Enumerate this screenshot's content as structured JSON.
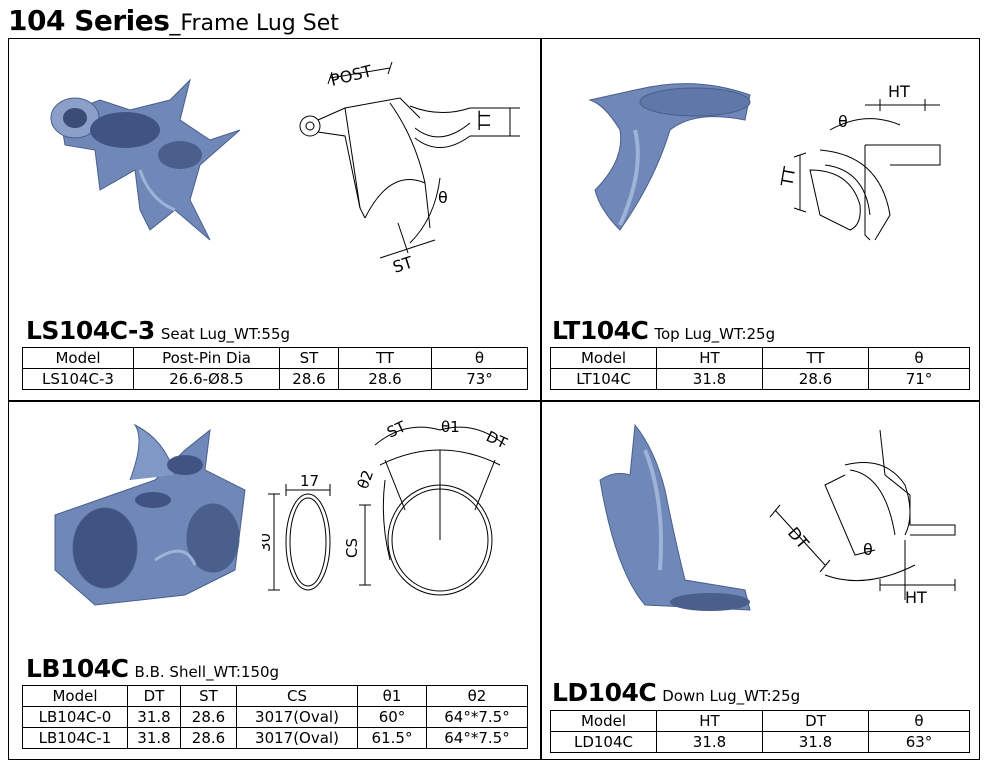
{
  "title": {
    "series": "104 Series",
    "subtitle": "_Frame Lug Set"
  },
  "colors": {
    "lug_blue": "#6f88b8",
    "lug_dark": "#4a5f8c",
    "lug_light": "#9fb3d8"
  },
  "parts": {
    "seat": {
      "code": "LS104C-3",
      "desc": "Seat Lug_WT:55g",
      "dims": {
        "post": "POST",
        "st": "ST",
        "tt": "TT",
        "theta": "θ"
      },
      "headers": [
        "Model",
        "Post-Pin Dia",
        "ST",
        "TT",
        "θ"
      ],
      "rows": [
        [
          "LS104C-3",
          "26.6-Ø8.5",
          "28.6",
          "28.6",
          "73°"
        ]
      ]
    },
    "top": {
      "code": "LT104C",
      "desc": "Top Lug_WT:25g",
      "dims": {
        "ht": "HT",
        "tt": "TT",
        "theta": "θ"
      },
      "headers": [
        "Model",
        "HT",
        "TT",
        "θ"
      ],
      "rows": [
        [
          "LT104C",
          "31.8",
          "28.6",
          "71°"
        ]
      ]
    },
    "bb": {
      "code": "LB104C",
      "desc": "B.B. Shell_WT:150g",
      "dims": {
        "w": "17",
        "h": "30",
        "cs": "CS",
        "st": "ST",
        "dt": "DT",
        "t1": "θ1",
        "t2": "θ2"
      },
      "headers": [
        "Model",
        "DT",
        "ST",
        "CS",
        "θ1",
        "θ2"
      ],
      "rows": [
        [
          "LB104C-0",
          "31.8",
          "28.6",
          "3017(Oval)",
          "60°",
          "64°*7.5°"
        ],
        [
          "LB104C-1",
          "31.8",
          "28.6",
          "3017(Oval)",
          "61.5°",
          "64°*7.5°"
        ]
      ]
    },
    "down": {
      "code": "LD104C",
      "desc": "Down Lug_WT:25g",
      "dims": {
        "dt": "DT",
        "ht": "HT",
        "theta": "θ"
      },
      "headers": [
        "Model",
        "HT",
        "DT",
        "θ"
      ],
      "rows": [
        [
          "LD104C",
          "31.8",
          "31.8",
          "63°"
        ]
      ]
    }
  }
}
